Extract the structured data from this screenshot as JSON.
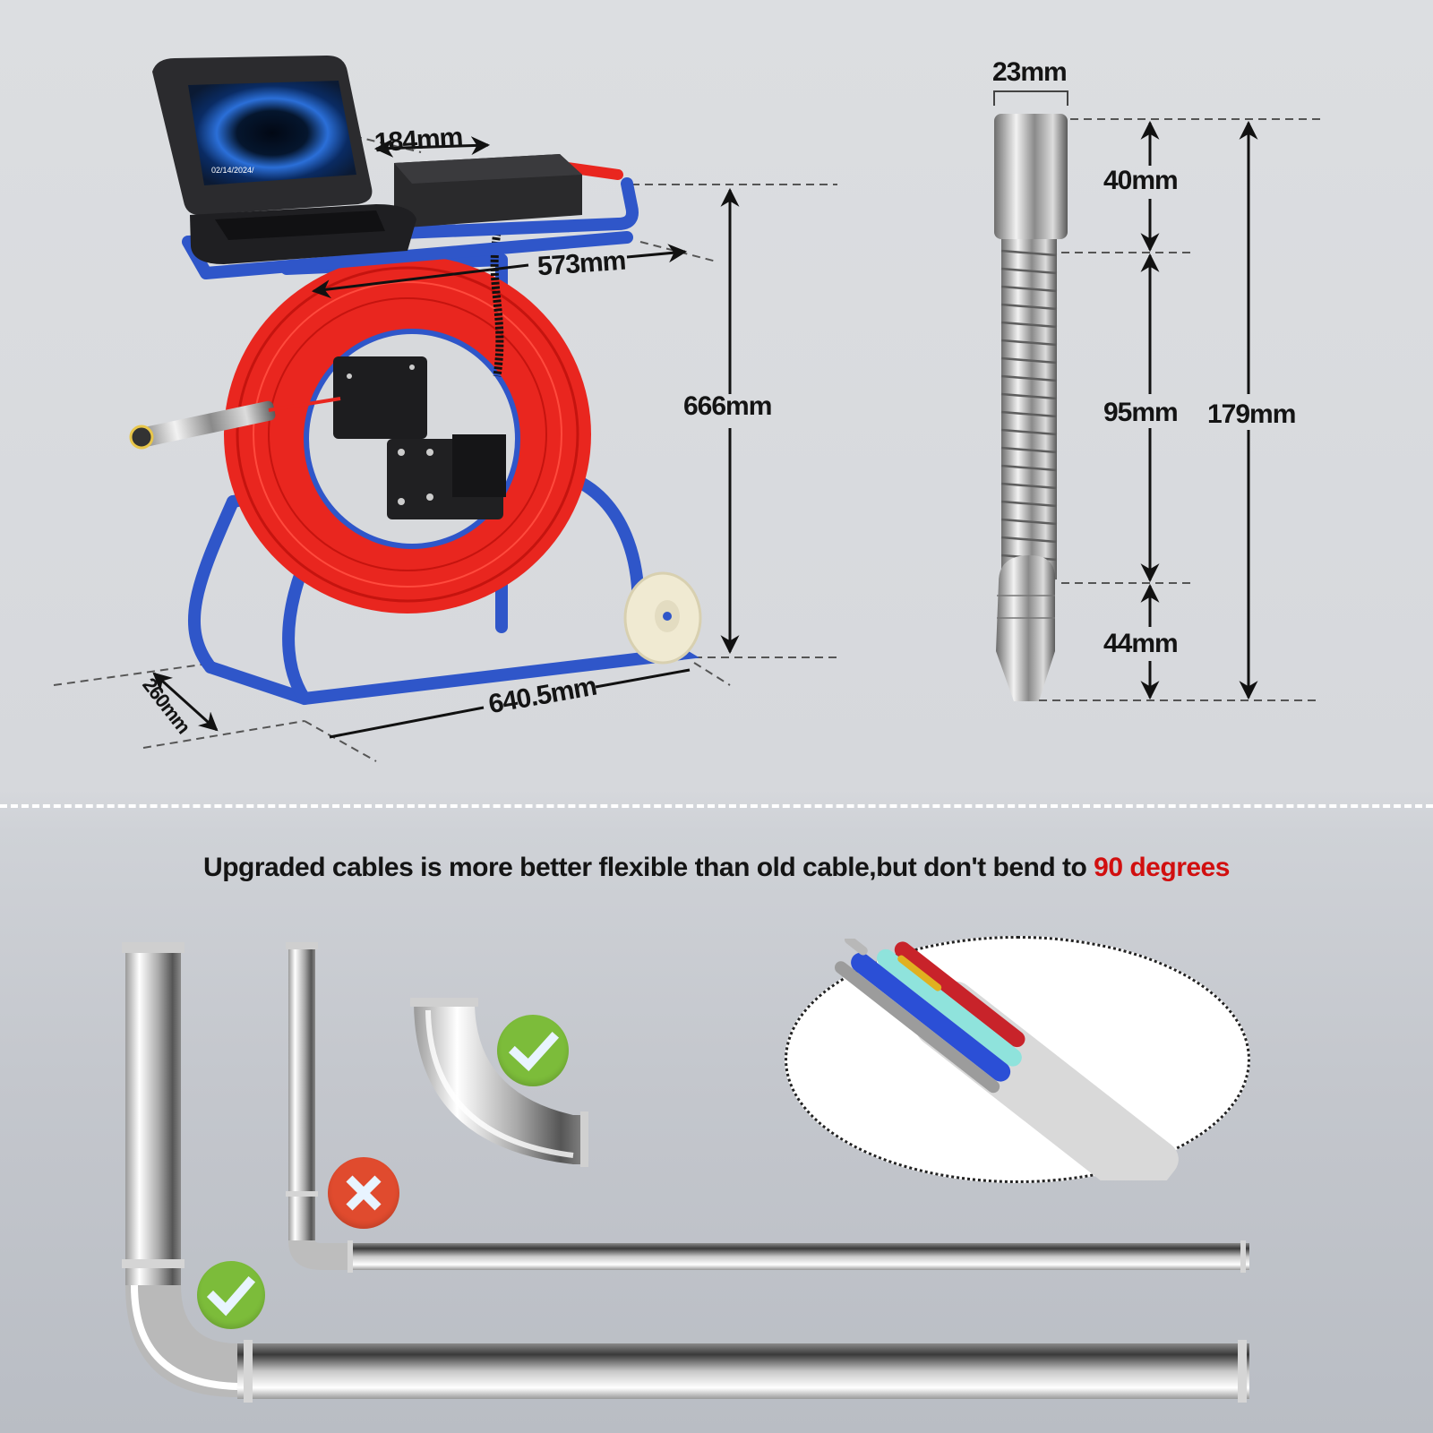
{
  "reel_unit": {
    "dimensions": {
      "monitor_to_box": "184mm",
      "tray_width": "573mm",
      "height": "666mm",
      "base_length": "640.5mm",
      "base_depth": "260mm"
    },
    "monitor_screen": {
      "timestamp": "02/14/2024/"
    }
  },
  "camera_head": {
    "dimensions": {
      "diameter": "23mm",
      "head_length": "40mm",
      "spring_length": "95mm",
      "tip_length": "44mm",
      "total_length": "179mm"
    }
  },
  "bend_guidance": {
    "headline_prefix": "Upgraded cables is more better flexible than old cable,but don't bend to ",
    "headline_accent": "90 degrees",
    "accent_color": "#d10f0f",
    "examples": [
      {
        "shape": "large-radius-elbow",
        "status": "ok"
      },
      {
        "shape": "sharp-90-degree-elbow",
        "status": "not-ok"
      },
      {
        "shape": "curved-elbow",
        "status": "ok"
      }
    ]
  },
  "cable_cross_section": {
    "core_colors": [
      "#c8232a",
      "#2b4fd6",
      "#8fe3dc",
      "#e0b020",
      "#b8b8b8"
    ]
  }
}
